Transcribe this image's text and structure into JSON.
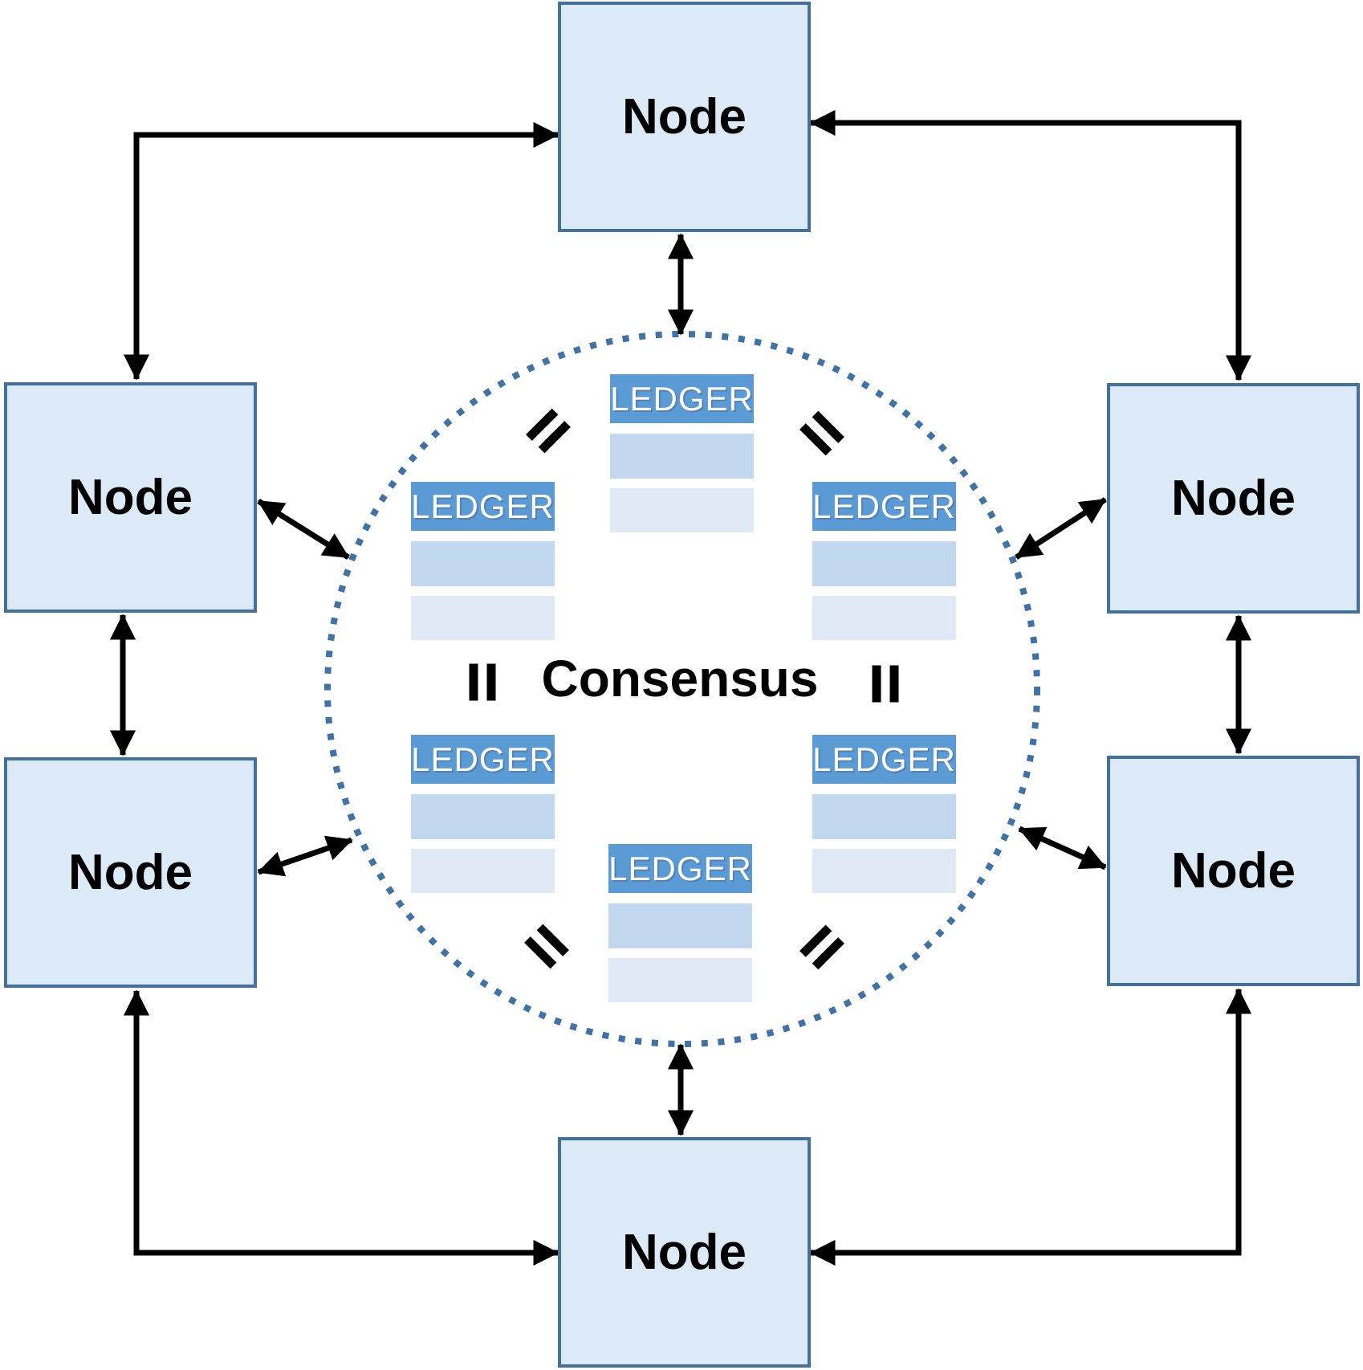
{
  "diagram": {
    "type": "distributed-ledger-consensus-network",
    "consensus_label": "Consensus",
    "nodes": [
      {
        "id": "top",
        "label": "Node"
      },
      {
        "id": "left-upper",
        "label": "Node"
      },
      {
        "id": "right-upper",
        "label": "Node"
      },
      {
        "id": "left-lower",
        "label": "Node"
      },
      {
        "id": "right-lower",
        "label": "Node"
      },
      {
        "id": "bottom",
        "label": "Node"
      }
    ],
    "ledgers": [
      {
        "id": "top",
        "label": "LEDGER"
      },
      {
        "id": "upper-left",
        "label": "LEDGER"
      },
      {
        "id": "upper-right",
        "label": "LEDGER"
      },
      {
        "id": "lower-left",
        "label": "LEDGER"
      },
      {
        "id": "lower-right",
        "label": "LEDGER"
      },
      {
        "id": "bottom",
        "label": "LEDGER"
      }
    ],
    "equals_symbol": "=",
    "equals_count": 6,
    "connectors": {
      "node_to_node": "double-headed elbow and straight arrows",
      "node_to_circle": "double-headed arrows",
      "count": 12
    },
    "colors": {
      "node_fill": "#dce9f7",
      "node_border": "#41719c",
      "ledger_header": "#5b9bd5",
      "ledger_row_mid": "#c2d8ee",
      "ledger_row_light": "#dfe9f6",
      "circle_dots": "#3f72a5",
      "arrow": "#000000",
      "text": "#000000",
      "ledger_text": "#ffffff"
    }
  }
}
